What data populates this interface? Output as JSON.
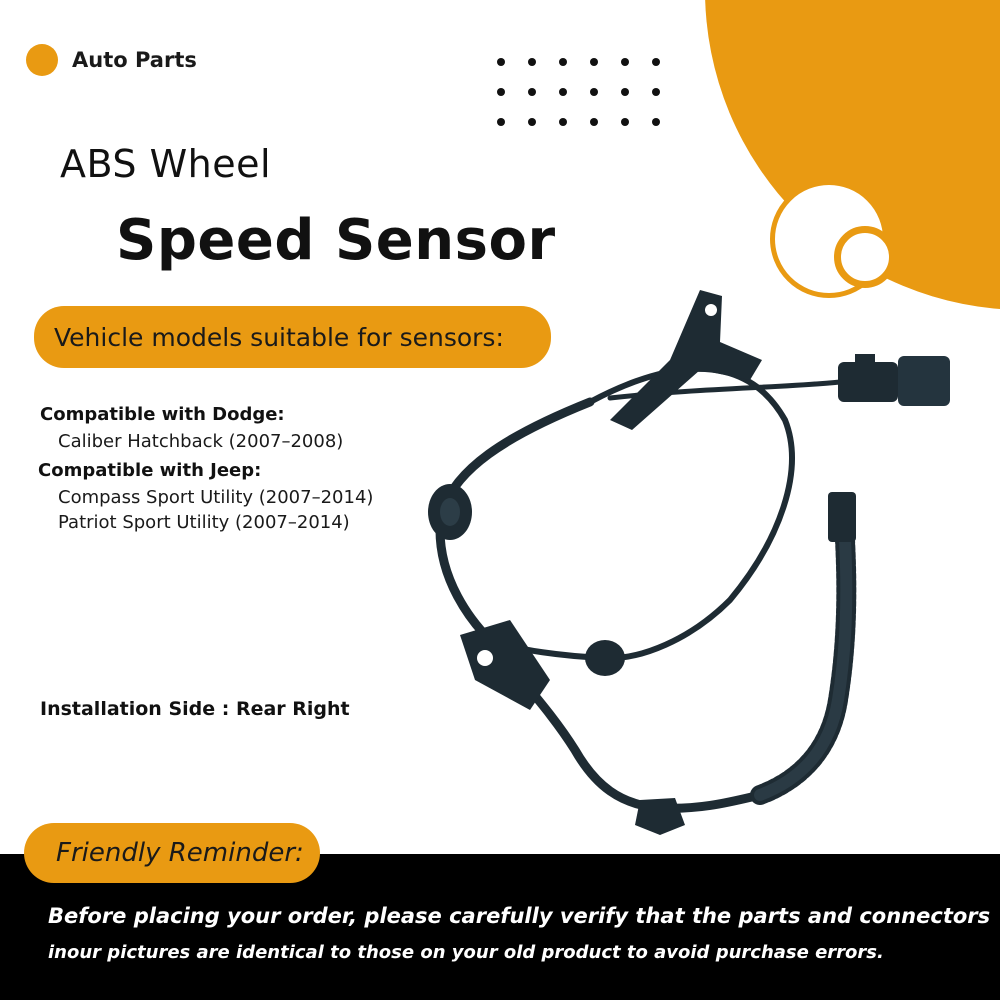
{
  "brand": {
    "name": "Auto Parts"
  },
  "title": {
    "line1": "ABS Wheel",
    "line2": "Speed Sensor"
  },
  "models_banner": "Vehicle models suitable for sensors:",
  "compatibility": [
    {
      "make": "Compatible with Dodge:",
      "models": [
        "Caliber Hatchback (2007–2008)"
      ]
    },
    {
      "make": "Compatible with Jeep:",
      "models": [
        "Compass Sport Utility (2007–2014)",
        "Patriot Sport Utility (2007–2014)"
      ]
    }
  ],
  "installation": "Installation Side : Rear Right",
  "reminder": {
    "label": "Friendly Reminder:",
    "line1": "Before placing your order, please carefully verify that the parts and connectors",
    "line2": "inour pictures are identical to those on your old product to avoid purchase errors."
  },
  "colors": {
    "accent": "#e99a12",
    "footer": "#000000",
    "text": "#111111",
    "sensor": "#1e2b33"
  },
  "icons": {
    "brand": "brand-dot-icon",
    "product": "abs-sensor-icon"
  }
}
